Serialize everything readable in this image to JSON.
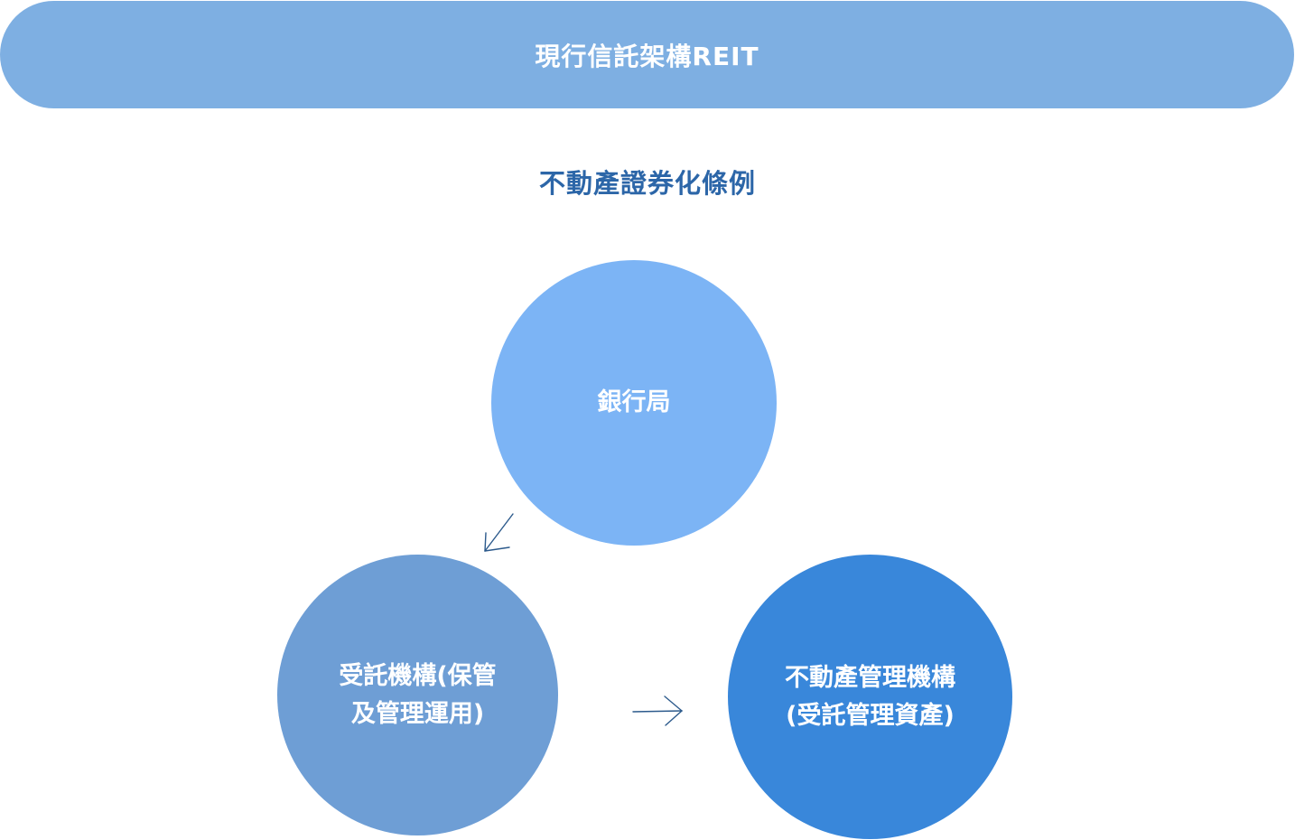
{
  "banner": {
    "title": "現行信託架構REIT"
  },
  "subtitle": "不動產證券化條例",
  "nodes": {
    "bank": "銀行局",
    "trustee": "受託機構(保管\n及管理運用)",
    "manager": "不動產管理機構\n(受託管理資產)"
  },
  "colors": {
    "banner": "#7eafe2",
    "subtitle": "#2c66a8",
    "bank": "#7cb4f5",
    "trustee": "#6e9ed5",
    "manager": "#3987da",
    "arrow": "#2c5a8c"
  }
}
